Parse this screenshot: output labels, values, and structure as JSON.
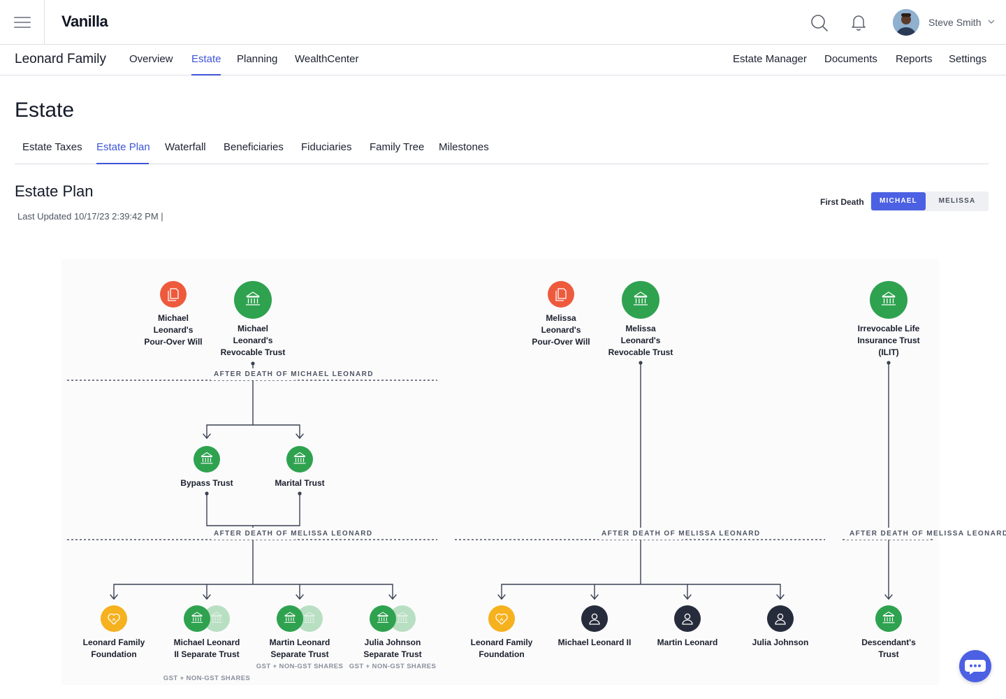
{
  "app": {
    "logo": "Vanilla"
  },
  "user": {
    "name": "Steve Smith"
  },
  "client": {
    "name": "Leonard Family"
  },
  "main_nav": [
    "Overview",
    "Estate",
    "Planning",
    "WealthCenter"
  ],
  "right_nav": [
    "Estate Manager",
    "Documents",
    "Reports",
    "Settings"
  ],
  "page": {
    "title": "Estate"
  },
  "tabs": [
    "Estate Taxes",
    "Estate Plan",
    "Waterfall",
    "Beneficiaries",
    "Fiduciaries",
    "Family Tree",
    "Milestones"
  ],
  "active_tab": "Estate Plan",
  "section": {
    "title": "Estate Plan",
    "last_updated": "Last Updated 10/17/23 2:39:42 PM |"
  },
  "first_death": {
    "label": "First Death",
    "options": [
      "MICHAEL",
      "MELISSA"
    ],
    "selected": "MICHAEL"
  },
  "colors": {
    "accent": "#3e55d6",
    "document": "#ee5a3c",
    "trust": "#2fa24f",
    "foundation": "#f6b11e",
    "person": "#272c3c"
  },
  "diagram": {
    "nodes": {
      "michael_will": {
        "label": "Michael Leonard's Pour-Over Will",
        "type": "document"
      },
      "michael_trust": {
        "label": "Michael Leonard's Revocable Trust",
        "type": "trust"
      },
      "bypass": {
        "label": "Bypass Trust",
        "type": "trust"
      },
      "marital": {
        "label": "Marital Trust",
        "type": "trust"
      },
      "foundation_1": {
        "label": "Leonard Family Foundation",
        "type": "foundation"
      },
      "mlii_trust": {
        "label": "Michael Leonard II Separate Trust",
        "sub": "GST + NON-GST SHARES",
        "type": "trust-multi"
      },
      "martin_trust": {
        "label": "Martin Leonard Separate Trust",
        "sub": "GST + NON-GST SHARES",
        "type": "trust-multi"
      },
      "julia_trust": {
        "label": "Julia Johnson Separate Trust",
        "sub": "GST + NON-GST SHARES",
        "type": "trust-multi"
      },
      "melissa_will": {
        "label": "Melissa Leonard's Pour-Over Will",
        "type": "document"
      },
      "melissa_trust": {
        "label": "Melissa Leonard's Revocable Trust",
        "type": "trust"
      },
      "foundation_2": {
        "label": "Leonard Family Foundation",
        "type": "foundation"
      },
      "mlii_person": {
        "label": "Michael Leonard II",
        "type": "person"
      },
      "martin_person": {
        "label": "Martin Leonard",
        "type": "person"
      },
      "julia_person": {
        "label": "Julia Johnson",
        "type": "person"
      },
      "ilit": {
        "label": "Irrevocable Life Insurance Trust (ILIT)",
        "type": "trust"
      },
      "descendants": {
        "label": "Descendant's Trust",
        "type": "trust"
      }
    },
    "dividers": {
      "after_michael": "AFTER DEATH OF MICHAEL LEONARD",
      "after_melissa_1": "AFTER DEATH OF MELISSA LEONARD",
      "after_melissa_2": "AFTER DEATH OF MELISSA LEONARD",
      "after_melissa_3": "AFTER DEATH OF MELISSA LEONARD"
    }
  }
}
